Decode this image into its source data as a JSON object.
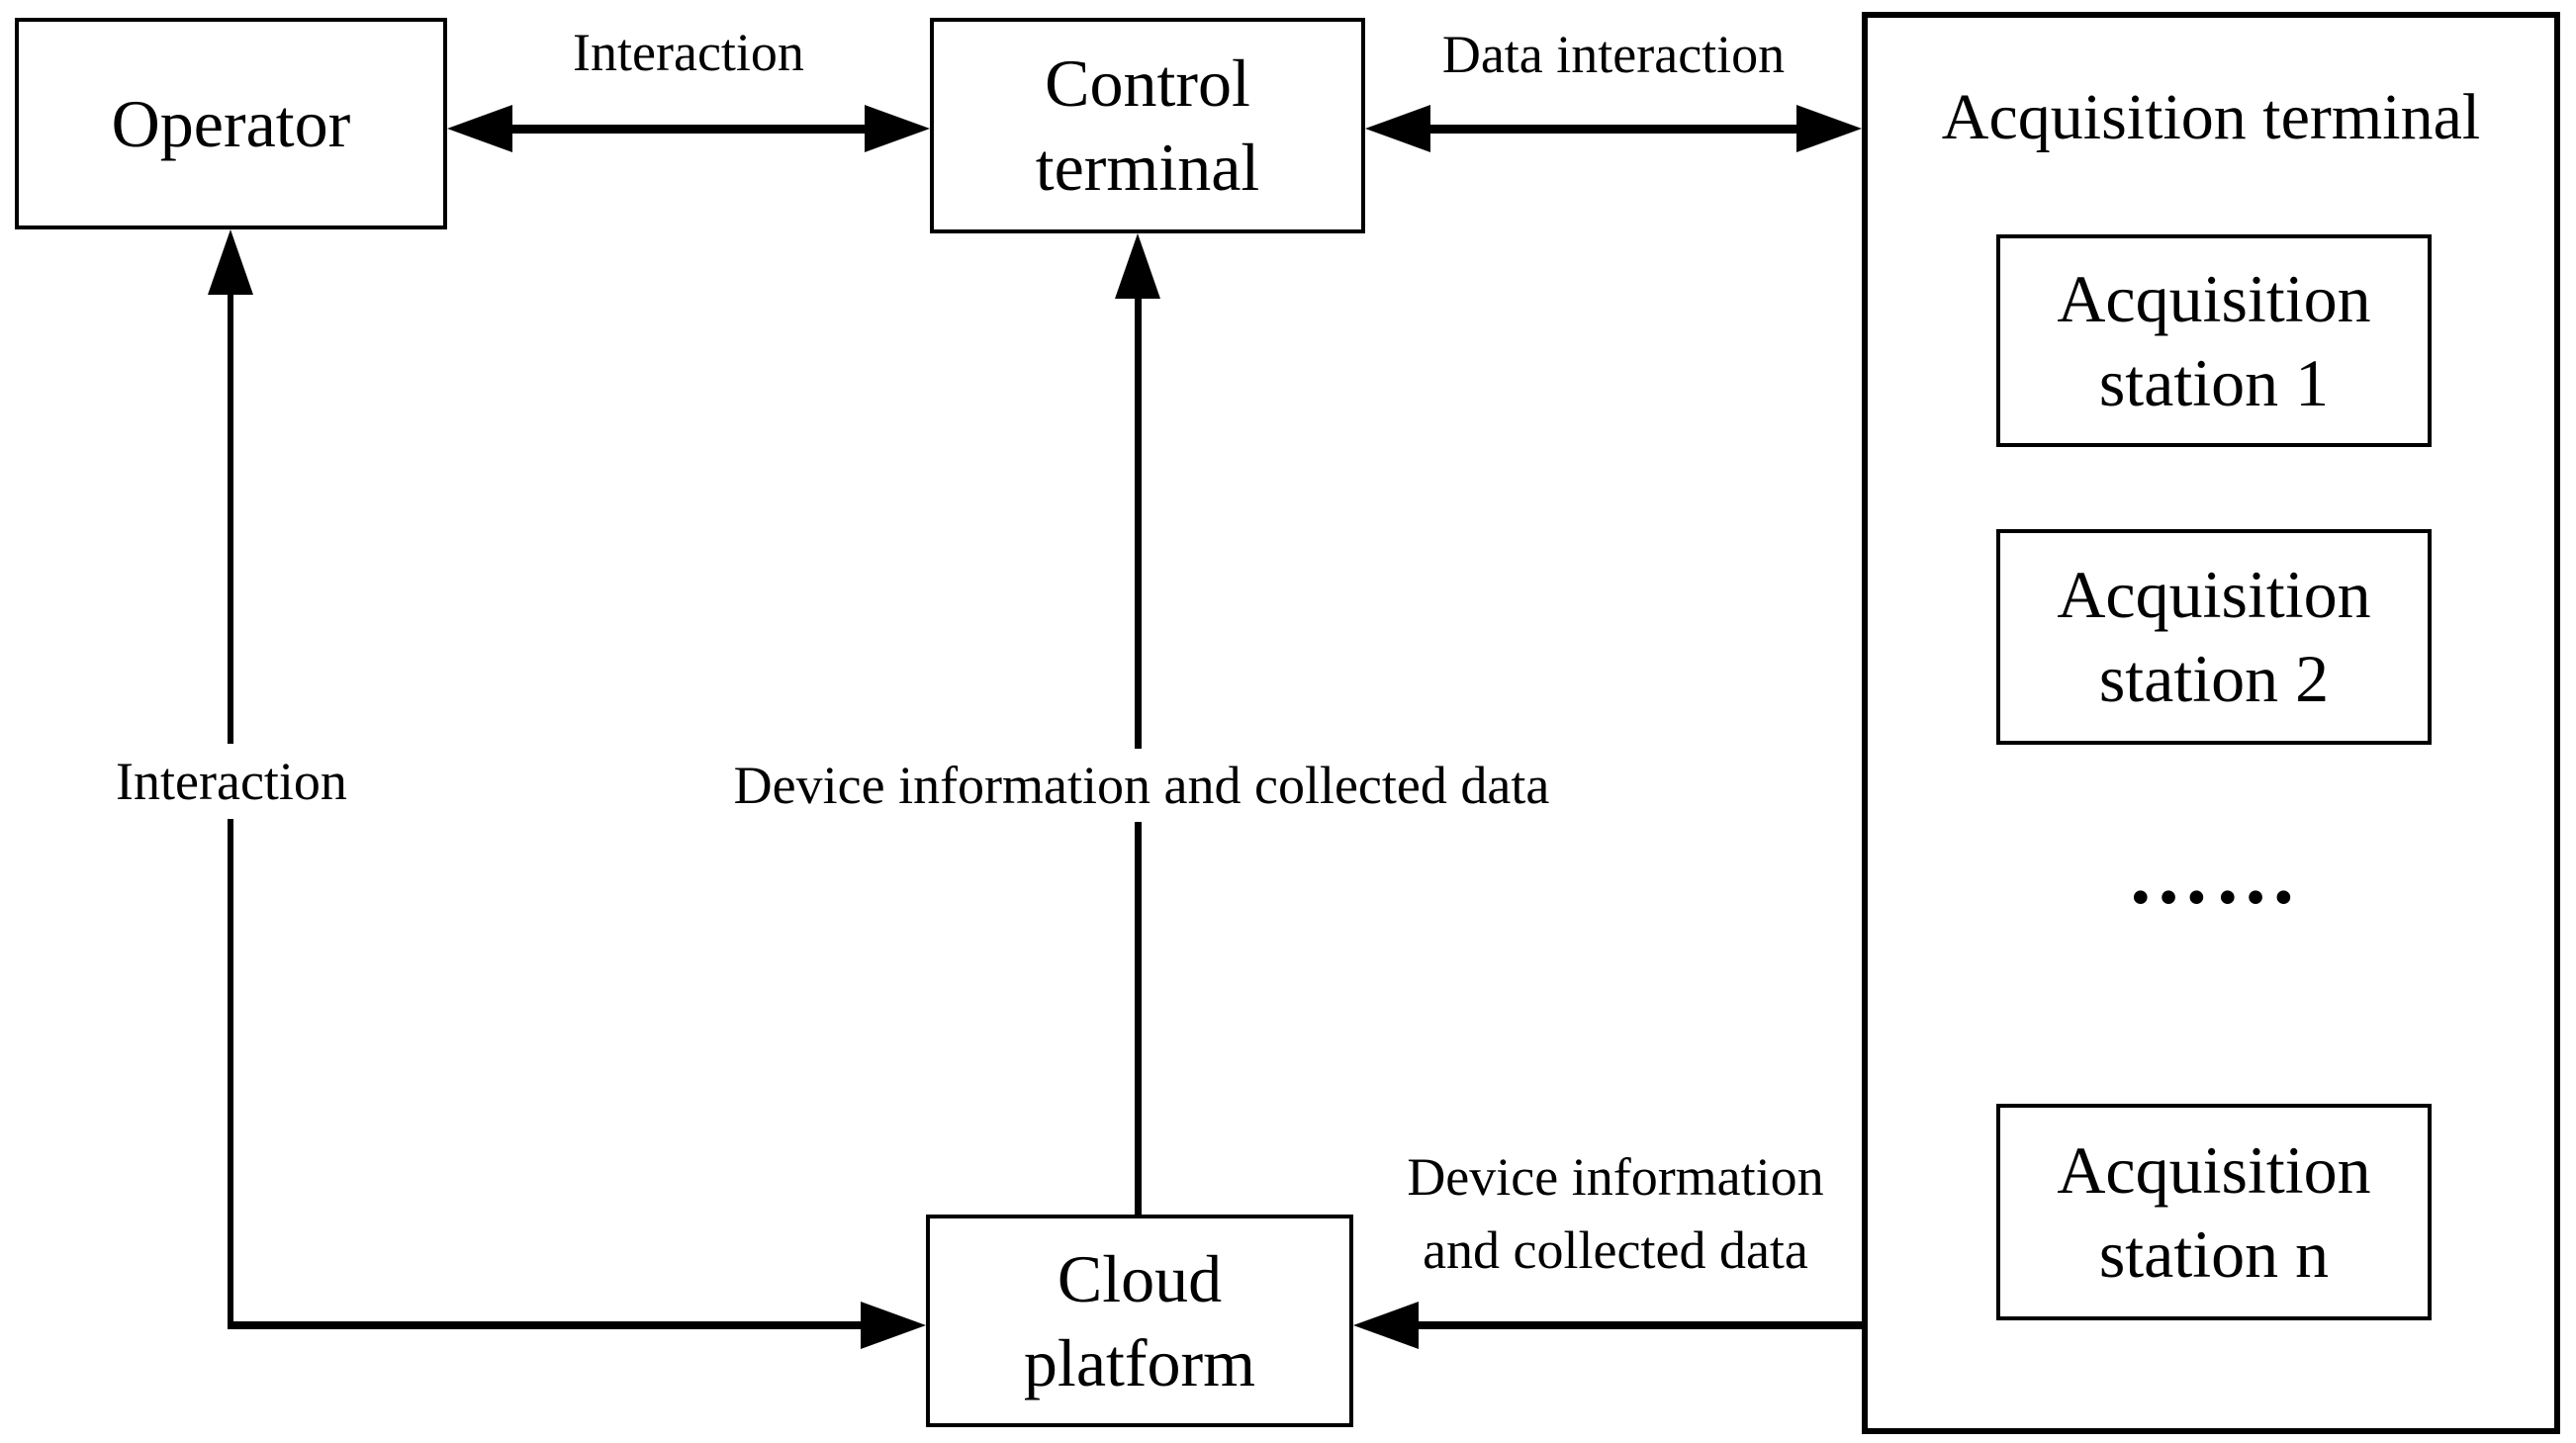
{
  "colors": {
    "line": "#000000",
    "background": "#ffffff"
  },
  "boxes": {
    "operator": {
      "label": "Operator"
    },
    "control_terminal": {
      "line1": "Control",
      "line2": "terminal"
    },
    "cloud_platform": {
      "line1": "Cloud",
      "line2": "platform"
    },
    "acquisition_terminal": {
      "title": "Acquisition terminal",
      "stations": [
        {
          "line1": "Acquisition",
          "line2": "station 1"
        },
        {
          "line1": "Acquisition",
          "line2": "station 2"
        },
        {
          "line1": "Acquisition",
          "line2": "station n"
        }
      ],
      "ellipsis": "……"
    }
  },
  "connectors": {
    "operator_control": {
      "type": "double-arrow",
      "label": "Interaction"
    },
    "control_acquisition": {
      "type": "double-arrow",
      "label": "Data interaction"
    },
    "cloud_to_control": {
      "type": "arrow-up",
      "label": "Device information and collected data"
    },
    "operator_cloud": {
      "type": "elbow-double-arrow",
      "label": "Interaction"
    },
    "acquisition_to_cloud": {
      "type": "arrow-left",
      "label_line1": "Device information",
      "label_line2": "and collected data"
    }
  }
}
